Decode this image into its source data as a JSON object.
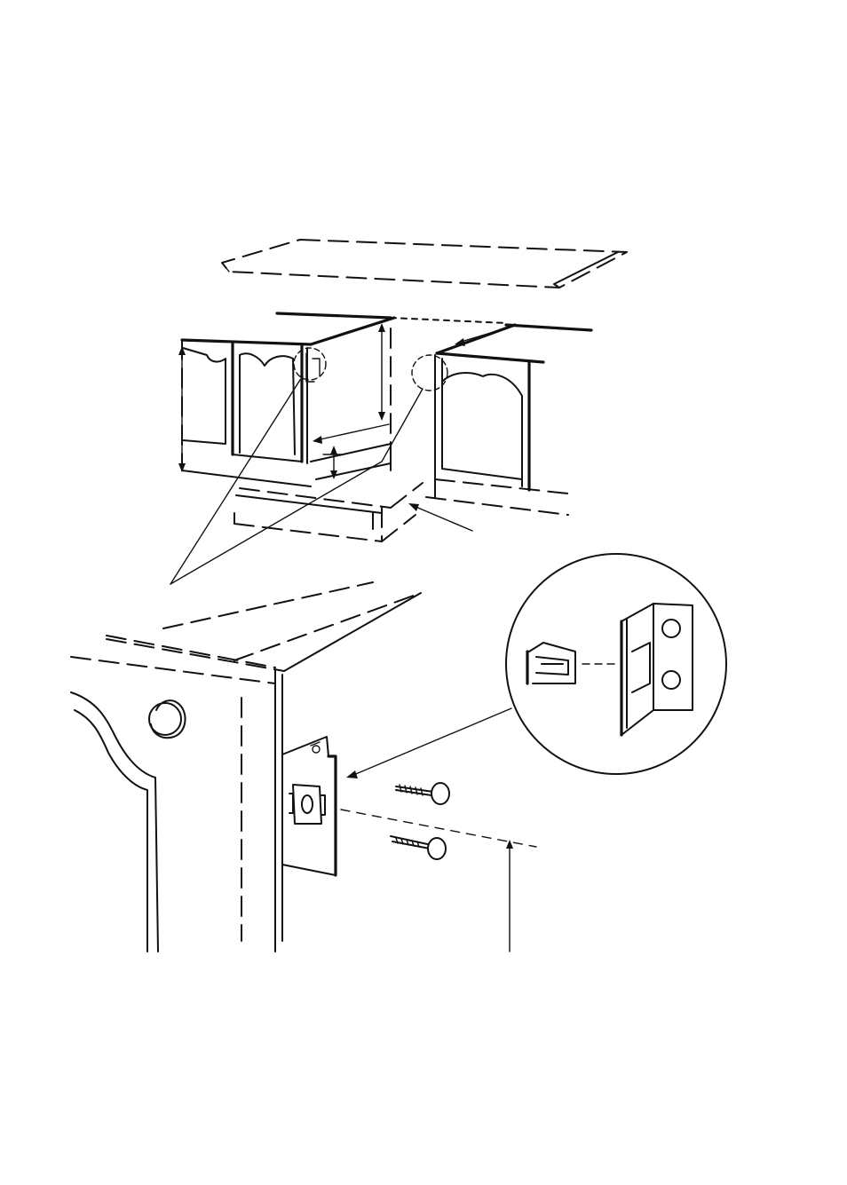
{
  "diagram": {
    "line_color": "#111111",
    "background": "#ffffff",
    "parts": [
      "worktop-panel",
      "cabinet-row",
      "appliance-recess",
      "plinth-panel",
      "cabinet-side-closeup",
      "door-hinge-bracket",
      "fixing-screw",
      "detail-magnifier"
    ]
  }
}
